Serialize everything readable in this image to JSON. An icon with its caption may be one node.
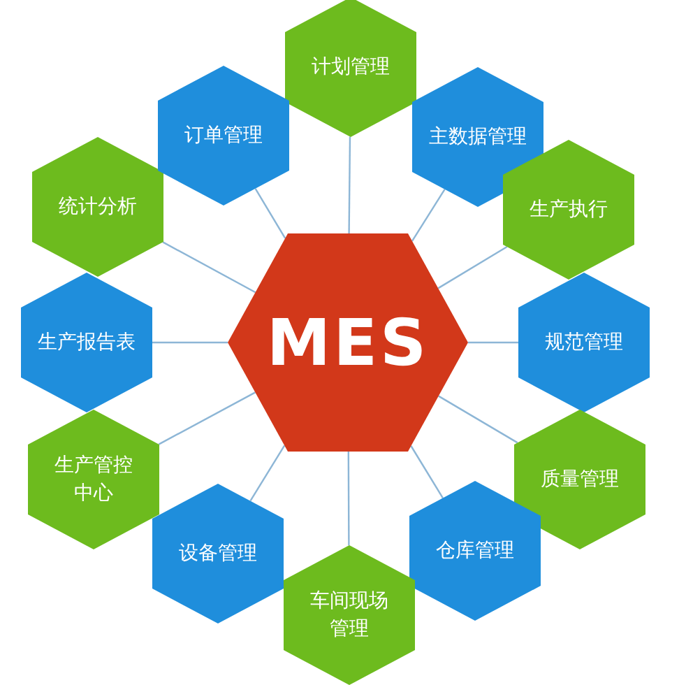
{
  "diagram": {
    "nodes": [
      {
        "text": [
          "MES"
        ]
      },
      {
        "text": [
          "计划管理"
        ]
      },
      {
        "text": [
          "主数据管理"
        ]
      },
      {
        "text": [
          "生产执行"
        ]
      },
      {
        "text": [
          "规范管理"
        ]
      },
      {
        "text": [
          "质量管理"
        ]
      },
      {
        "text": [
          "仓库管理"
        ]
      },
      {
        "text": [
          "车间现场管理"
        ]
      },
      {
        "text": [
          "设备管理"
        ]
      },
      {
        "text": [
          "生产管控中心"
        ]
      },
      {
        "text": [
          "生产报告表"
        ]
      },
      {
        "text": [
          "统计分析"
        ]
      },
      {
        "text": [
          "订单管理"
        ]
      }
    ],
    "edges": [
      {
        "from": 0,
        "to": 1,
        "arrow": "none"
      },
      {
        "from": 0,
        "to": 2,
        "arrow": "none"
      },
      {
        "from": 0,
        "to": 3,
        "arrow": "none"
      },
      {
        "from": 0,
        "to": 4,
        "arrow": "none"
      },
      {
        "from": 0,
        "to": 5,
        "arrow": "none"
      },
      {
        "from": 0,
        "to": 6,
        "arrow": "none"
      },
      {
        "from": 0,
        "to": 7,
        "arrow": "none"
      },
      {
        "from": 0,
        "to": 8,
        "arrow": "none"
      },
      {
        "from": 0,
        "to": 9,
        "arrow": "none"
      },
      {
        "from": 0,
        "to": 10,
        "arrow": "none"
      },
      {
        "from": 0,
        "to": 11,
        "arrow": "none"
      },
      {
        "from": 0,
        "to": 12,
        "arrow": "none"
      }
    ]
  }
}
